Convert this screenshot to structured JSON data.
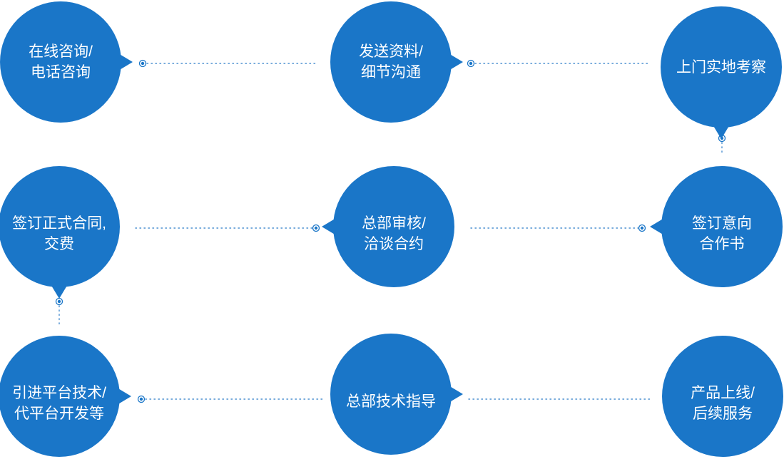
{
  "colors": {
    "node_fill": "#1a76c8",
    "connector": "#4a8fd0",
    "dot_fill": "#1a76c8"
  },
  "steps": [
    {
      "id": "s1",
      "lines": [
        "在线咨询/",
        "电话咨询"
      ]
    },
    {
      "id": "s2",
      "lines": [
        "发送资料/",
        "细节沟通"
      ]
    },
    {
      "id": "s3",
      "lines": [
        "上门实地考察"
      ]
    },
    {
      "id": "s4",
      "lines": [
        "签订意向",
        "合作书"
      ]
    },
    {
      "id": "s5",
      "lines": [
        "总部审核/",
        "洽谈合约"
      ]
    },
    {
      "id": "s6",
      "lines": [
        "签订正式合同,",
        "交费"
      ]
    },
    {
      "id": "s7",
      "lines": [
        "引进平台技术/",
        "代平台开发等"
      ]
    },
    {
      "id": "s8",
      "lines": [
        "总部技术指导"
      ]
    },
    {
      "id": "s9",
      "lines": [
        "产品上线/",
        "后续服务"
      ]
    }
  ]
}
